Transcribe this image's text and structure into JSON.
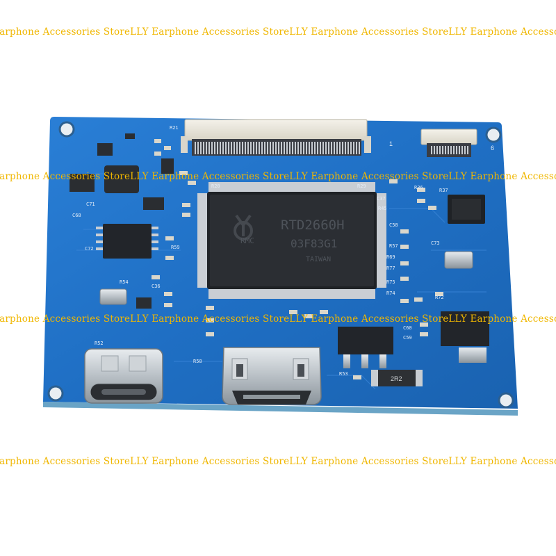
{
  "watermark": {
    "text": "LLY Earphone Accessories Store",
    "color": "#f0b700"
  },
  "board": {
    "pcb_color": "#1f6fc4",
    "chip": {
      "logo": "RMC",
      "line1": "RTD2660H",
      "line2": "03F83G1",
      "line3": "TAIWAN"
    },
    "silkscreen": {
      "connector_pin_1": "1",
      "connector_pin_6": "6",
      "inductor_label": "2R2",
      "refs": [
        "R20",
        "R29",
        "R36",
        "C37",
        "R45",
        "C58",
        "R57",
        "R59",
        "R54",
        "C36",
        "R58",
        "R52",
        "C59",
        "C60",
        "R72",
        "R74",
        "R75",
        "R77",
        "R69",
        "C72",
        "C73",
        "R37",
        "R21",
        "C71",
        "C68",
        "R53"
      ]
    },
    "ports": {
      "usb_c": "usb-c-port-icon",
      "hdmi": "mini-hdmi-port-icon"
    }
  }
}
